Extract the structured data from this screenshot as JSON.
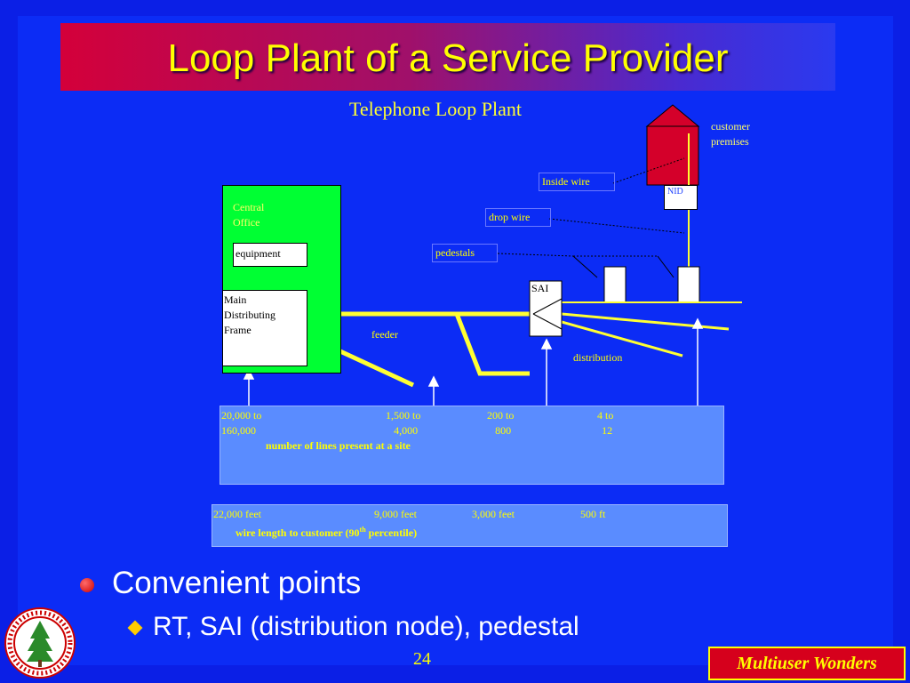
{
  "slide": {
    "title": "Loop Plant of a Service Provider",
    "subtitle": "Telephone Loop Plant",
    "bullet": "Convenient points",
    "sub_bullet": "RT, SAI (distribution node), pedestal",
    "page_number": "24",
    "footer": "Multiuser Wonders"
  },
  "diagram": {
    "customer_premises": [
      "customer",
      "premises"
    ],
    "nid": "NID",
    "inside_wire": "Inside wire",
    "drop_wire": "drop wire",
    "pedestals": "pedestals",
    "sai": "SAI",
    "central_office": [
      "Central",
      "Office"
    ],
    "equipment": "equipment",
    "mdf": [
      "Main",
      "Distributing",
      "Frame"
    ],
    "feeder": "feeder",
    "distribution": "distribution"
  },
  "lines_panel": {
    "values": [
      [
        "20,000 to",
        "160,000"
      ],
      [
        "1,500 to",
        "4,000"
      ],
      [
        "200 to",
        "800"
      ],
      [
        "4 to",
        "12"
      ]
    ],
    "caption": "number of lines present at a site"
  },
  "wire_panel": {
    "values": [
      "22,000 feet",
      "9,000 feet",
      "3,000 feet",
      "500 ft"
    ],
    "caption_pre": "wire length to customer (90",
    "caption_sup": "th",
    "caption_post": " percentile)"
  },
  "colors": {
    "background": "#0c2cf5",
    "title": "#ffff00",
    "central_office": "#00ff33",
    "wire": "#ffff33",
    "house": "#d4002a",
    "panel": "#5a8cff",
    "footer": "#d6001c"
  }
}
